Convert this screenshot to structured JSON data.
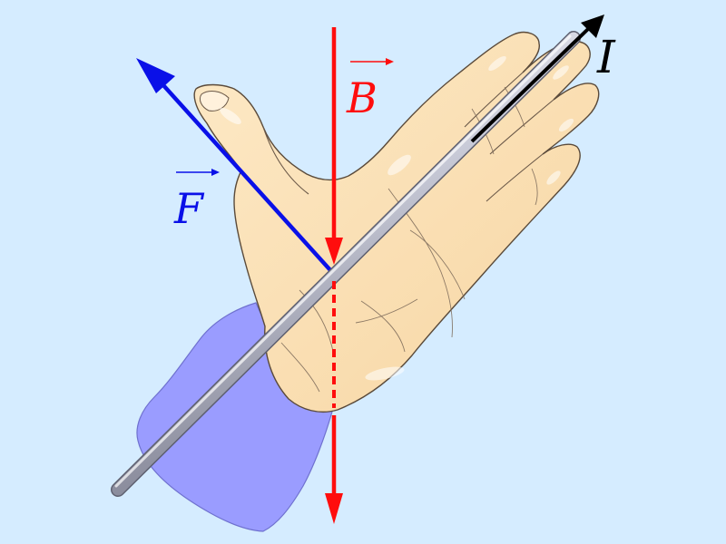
{
  "diagram": {
    "labels": {
      "force": "F",
      "field": "B",
      "current": "I"
    },
    "colors": {
      "background": "#d5ecff",
      "force": "#0a10e8",
      "field": "#ff0d0d",
      "current": "#000000",
      "sleeve": "#9a9cff",
      "skin": "#fbe2b6",
      "skin_outline": "#5a4a3a",
      "rod": "#c7c9d9"
    }
  }
}
